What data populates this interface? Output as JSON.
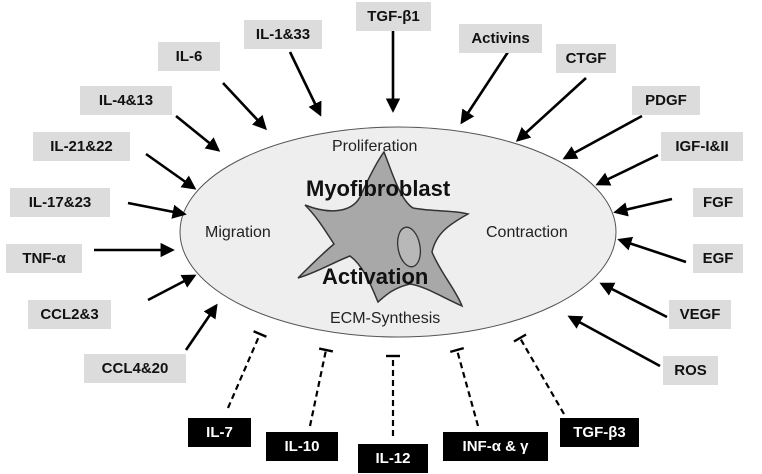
{
  "center": {
    "title_top": "Myofibroblast",
    "title_bottom": "Activation",
    "proliferation": "Proliferation",
    "migration": "Migration",
    "contraction": "Contraction",
    "ecm_synthesis": "ECM-Synthesis"
  },
  "activators": [
    "TGF-β1",
    "Activins",
    "CTGF",
    "PDGF",
    "IGF-I&II",
    "FGF",
    "EGF",
    "VEGF",
    "ROS",
    "IL-1&33",
    "IL-6",
    "IL-4&13",
    "IL-21&22",
    "IL-17&23",
    "TNF-α",
    "CCL2&3",
    "CCL4&20"
  ],
  "inhibitors": [
    "IL-7",
    "IL-10",
    "IL-12",
    "INF-α & γ",
    "TGF-β3"
  ],
  "colors": {
    "activator_box": "#dcdcdc",
    "inhibitor_box": "#000000",
    "ellipse_fill": "#eeeeee",
    "cell_fill": "#a8a8a8",
    "arrow": "#000000"
  }
}
